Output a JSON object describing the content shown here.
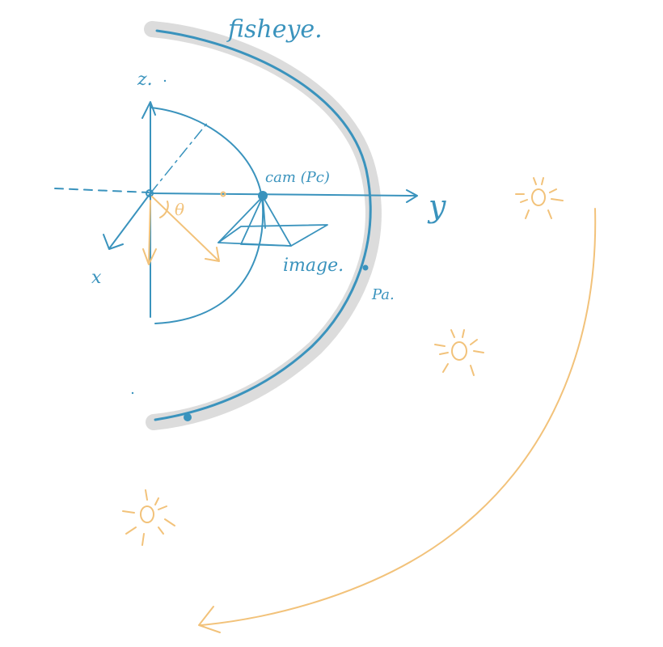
{
  "diagram": {
    "labels": {
      "title": "fisheye.",
      "axis_z": "z.",
      "axis_x": "x",
      "axis_y": "y",
      "theta": "θ",
      "camera": "cam (Pc)",
      "image": "image.",
      "point": "Pa."
    },
    "colors": {
      "ink_blue": "#3a93bd",
      "ink_orange": "#f2c27a",
      "fisheye_shadow": "#d9d9d9",
      "background": "#ffffff"
    },
    "icons": [
      "sun-icon",
      "sun-icon",
      "sun-icon"
    ]
  }
}
